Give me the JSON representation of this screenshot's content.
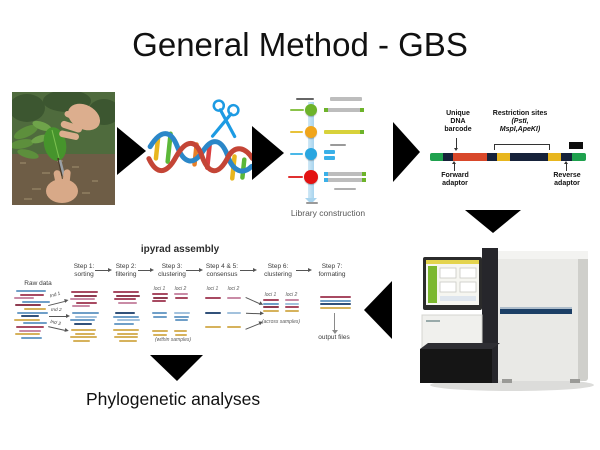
{
  "slide": {
    "title": "General Method - GBS"
  },
  "top_flow": {
    "library_caption": "Library construction",
    "barcode": {
      "unique_label": "Unique\nDNA\nbarcode",
      "restriction_line1": "Restriction sites",
      "restriction_line2": "(PstI,",
      "restriction_line3": "MspI,ApeKI)",
      "forward_label": "Forward\nadaptor",
      "reverse_label": "Reverse\nadaptor",
      "segments": [
        {
          "c": "#1fa14e",
          "w": 13
        },
        {
          "c": "#16223a",
          "w": 10
        },
        {
          "c": "#d8482a",
          "w": 34
        },
        {
          "c": "#16223a",
          "w": 10
        },
        {
          "c": "#e8b61e",
          "w": 13
        },
        {
          "c": "#16223a",
          "w": 38
        },
        {
          "c": "#e8b61e",
          "w": 13
        },
        {
          "c": "#16223a",
          "w": 11
        },
        {
          "c": "#1fa14e",
          "w": 14
        }
      ]
    },
    "library_dot_colors": [
      "#6db32a",
      "#f0a51b",
      "#2aa6e0",
      "#e31212"
    ]
  },
  "pipeline": {
    "title": "ipyrad assembly",
    "raw_label": "Raw data",
    "ind_labels": [
      "Ind 1",
      "Ind 2",
      "Ind 3"
    ],
    "steps": [
      {
        "label": "Step 1:\nsorting"
      },
      {
        "label": "Step 2:\nfiltering"
      },
      {
        "label": "Step 3:\nclustering"
      },
      {
        "label": "Step 4 & 5:\nconsensus"
      },
      {
        "label": "Step 6:\nclustering"
      },
      {
        "label": "Step 7:\nformating"
      }
    ],
    "loci_labels": [
      "loci 1",
      "loci 2"
    ],
    "within_caption": "(within samples)",
    "across_caption": "(across samples)",
    "output_label": "output files"
  },
  "footer": {
    "phylo_label": "Phylogenetic analyses"
  },
  "palette": {
    "r": "#a84a62",
    "dr": "#8f3b50",
    "p": "#c98ba6",
    "b": "#6f9fc8",
    "lb": "#a3c2dd",
    "n": "#31517a",
    "y": "#d6b25c"
  },
  "stacks": {
    "raw": [
      [
        "b",
        30,
        2
      ],
      [
        "r",
        24,
        6
      ],
      [
        "p",
        20,
        0
      ],
      [
        "b",
        28,
        8
      ],
      [
        "dr",
        26,
        1
      ],
      [
        "y",
        22,
        10
      ],
      [
        "b",
        31,
        3
      ],
      [
        "n",
        18,
        7
      ],
      [
        "y",
        26,
        0
      ],
      [
        "b",
        24,
        9
      ],
      [
        "r",
        28,
        2
      ],
      [
        "p",
        22,
        5
      ],
      [
        "y",
        25,
        1
      ],
      [
        "b",
        21,
        7
      ]
    ],
    "s1g1": [
      [
        "r",
        27,
        1
      ],
      [
        "dr",
        23,
        4
      ],
      [
        "p",
        25,
        0
      ],
      [
        "r",
        21,
        6
      ],
      [
        "p",
        18,
        2
      ]
    ],
    "s1g2": [
      [
        "b",
        27,
        2
      ],
      [
        "lb",
        22,
        5
      ],
      [
        "b",
        25,
        0
      ],
      [
        "n",
        18,
        4
      ]
    ],
    "s1g3": [
      [
        "y",
        25,
        1
      ],
      [
        "y",
        20,
        5
      ],
      [
        "y",
        27,
        0
      ],
      [
        "y",
        17,
        3
      ]
    ],
    "s2g1": [
      [
        "r",
        26,
        0
      ],
      [
        "dr",
        24,
        3
      ],
      [
        "r",
        22,
        1
      ],
      [
        "p",
        19,
        5
      ]
    ],
    "s2g2": [
      [
        "n",
        20,
        2
      ],
      [
        "b",
        26,
        0
      ],
      [
        "lb",
        23,
        4
      ],
      [
        "b",
        20,
        1
      ]
    ],
    "s2g3": [
      [
        "y",
        26,
        0
      ],
      [
        "y",
        21,
        4
      ],
      [
        "y",
        24,
        1
      ],
      [
        "y",
        18,
        6
      ]
    ],
    "s3g1a": [
      [
        "r",
        16,
        0
      ],
      [
        "dr",
        15,
        1
      ],
      [
        "r",
        14,
        0
      ]
    ],
    "s3g1b": [
      [
        "p",
        14,
        0
      ],
      [
        "r",
        13,
        1
      ]
    ],
    "s3g2a": [
      [
        "b",
        15,
        0
      ],
      [
        "b",
        14,
        1
      ]
    ],
    "s3g2b": [
      [
        "lb",
        16,
        0
      ],
      [
        "b",
        15,
        0
      ],
      [
        "b",
        13,
        1
      ]
    ],
    "s3g3a": [
      [
        "y",
        16,
        0
      ],
      [
        "y",
        14,
        1
      ]
    ],
    "s3g3b": [
      [
        "y",
        13,
        0
      ],
      [
        "y",
        12,
        1
      ]
    ],
    "s45r1a": [
      [
        "r",
        16,
        0
      ]
    ],
    "s45r1b": [
      [
        "p",
        14,
        0
      ]
    ],
    "s45r2a": [
      [
        "n",
        16,
        0
      ]
    ],
    "s45r2b": [
      [
        "lb",
        14,
        0
      ]
    ],
    "s45r3a": [
      [
        "y",
        16,
        0
      ]
    ],
    "s45r3b": [
      [
        "y",
        14,
        0
      ]
    ],
    "s6a": [
      [
        "r",
        16,
        0
      ],
      [
        "b",
        16,
        0
      ],
      [
        "dr",
        16,
        0
      ],
      [
        "y",
        16,
        0
      ]
    ],
    "s6b": [
      [
        "p",
        14,
        0
      ],
      [
        "lb",
        14,
        0
      ],
      [
        "r",
        14,
        0
      ],
      [
        "y",
        14,
        0
      ]
    ],
    "s7": [
      [
        "r",
        31,
        0
      ],
      [
        "b",
        31,
        0
      ],
      [
        "n",
        31,
        0
      ],
      [
        "y",
        31,
        0
      ]
    ]
  }
}
